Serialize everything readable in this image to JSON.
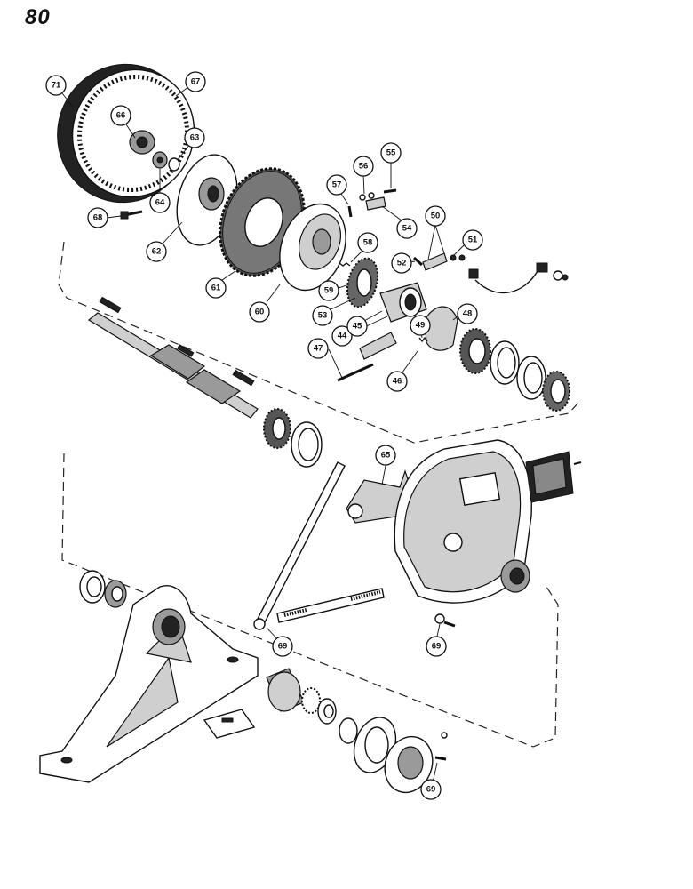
{
  "page": {
    "number": "80"
  },
  "callouts": [
    {
      "id": "c71",
      "label": "71"
    },
    {
      "id": "c67",
      "label": "67"
    },
    {
      "id": "c66",
      "label": "66"
    },
    {
      "id": "c63",
      "label": "63"
    },
    {
      "id": "c64",
      "label": "64"
    },
    {
      "id": "c62",
      "label": "62"
    },
    {
      "id": "c68",
      "label": "68"
    },
    {
      "id": "c61",
      "label": "61"
    },
    {
      "id": "c60",
      "label": "60"
    },
    {
      "id": "c57",
      "label": "57"
    },
    {
      "id": "c56",
      "label": "56"
    },
    {
      "id": "c55",
      "label": "55"
    },
    {
      "id": "c54",
      "label": "54"
    },
    {
      "id": "c50",
      "label": "50"
    },
    {
      "id": "c51",
      "label": "51"
    },
    {
      "id": "c58",
      "label": "58"
    },
    {
      "id": "c52",
      "label": "52"
    },
    {
      "id": "c59",
      "label": "59"
    },
    {
      "id": "c53",
      "label": "53"
    },
    {
      "id": "c44",
      "label": "44"
    },
    {
      "id": "c45",
      "label": "45"
    },
    {
      "id": "c49",
      "label": "49"
    },
    {
      "id": "c48",
      "label": "48"
    },
    {
      "id": "c47",
      "label": "47"
    },
    {
      "id": "c46",
      "label": "46"
    },
    {
      "id": "c65",
      "label": "65"
    },
    {
      "id": "c69a",
      "label": "69"
    },
    {
      "id": "c69b",
      "label": "69"
    },
    {
      "id": "c69c",
      "label": "69"
    }
  ]
}
